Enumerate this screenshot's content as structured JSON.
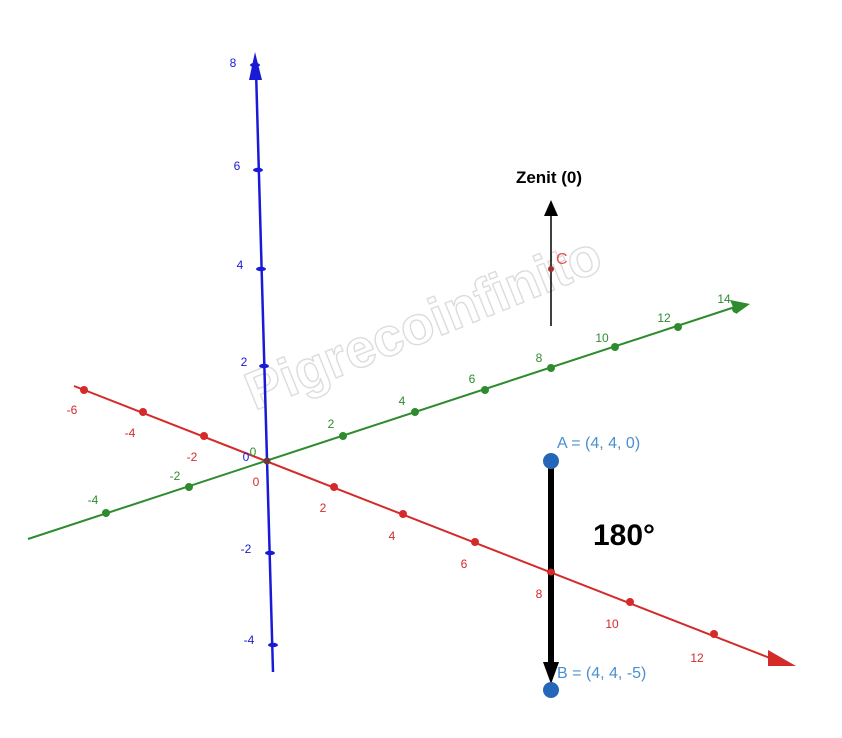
{
  "watermark": "Pigrecoinfinito",
  "colors": {
    "x_axis": "#d42a2a",
    "y_axis": "#2e8b2e",
    "z_axis": "#1a1ad6",
    "point": "#2466b8",
    "point_label": "#4a8fd0",
    "c_label": "#e05050",
    "vector": "#000000"
  },
  "axes": {
    "x": {
      "color_key": "x_axis",
      "ticks": [
        "-6",
        "-4",
        "-2",
        "0",
        "2",
        "4",
        "6",
        "8",
        "10",
        "12"
      ]
    },
    "y": {
      "color_key": "y_axis",
      "ticks": [
        "-4",
        "-2",
        "0",
        "2",
        "4",
        "6",
        "8",
        "10",
        "12",
        "14"
      ]
    },
    "z": {
      "color_key": "z_axis",
      "ticks": [
        "-4",
        "-2",
        "0",
        "2",
        "4",
        "6",
        "8"
      ]
    }
  },
  "points": {
    "A": {
      "label": "A = (4, 4, 0)"
    },
    "B": {
      "label": "B = (4, 4, -5)"
    },
    "C": {
      "label": "C"
    }
  },
  "zenit_label": "Zenit (0)",
  "angle_label": "180°"
}
